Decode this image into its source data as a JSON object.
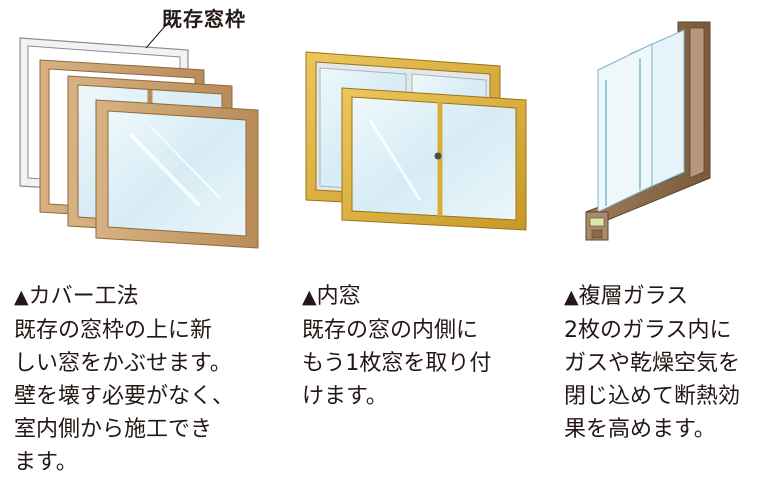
{
  "callout": {
    "text": "既存窓枠"
  },
  "colors": {
    "wood": "#c9a06b",
    "wood_dark": "#a57c4c",
    "gold": "#d9ad3a",
    "gold_dark": "#b68a22",
    "glass": "#dff0f7",
    "glass_edge": "#9ac9dc",
    "aluminum": "#c8ccd0",
    "brown": "#8b6a4a"
  },
  "captions": [
    {
      "marker": "▲",
      "title": "カバー工法",
      "lines": [
        "既存の窓枠の上に新",
        "しい窓をかぶせます。",
        "壁を壊す必要がなく、",
        "室内側から施工でき",
        "ます。"
      ]
    },
    {
      "marker": "▲",
      "title": "内窓",
      "lines": [
        "既存の窓の内側に",
        "もう1枚窓を取り付",
        "けます。"
      ]
    },
    {
      "marker": "▲",
      "title": "複層ガラス",
      "lines": [
        "2枚のガラス内に",
        "ガスや乾燥空気を",
        "閉じ込めて断熱効",
        "果を高めます。"
      ]
    }
  ]
}
